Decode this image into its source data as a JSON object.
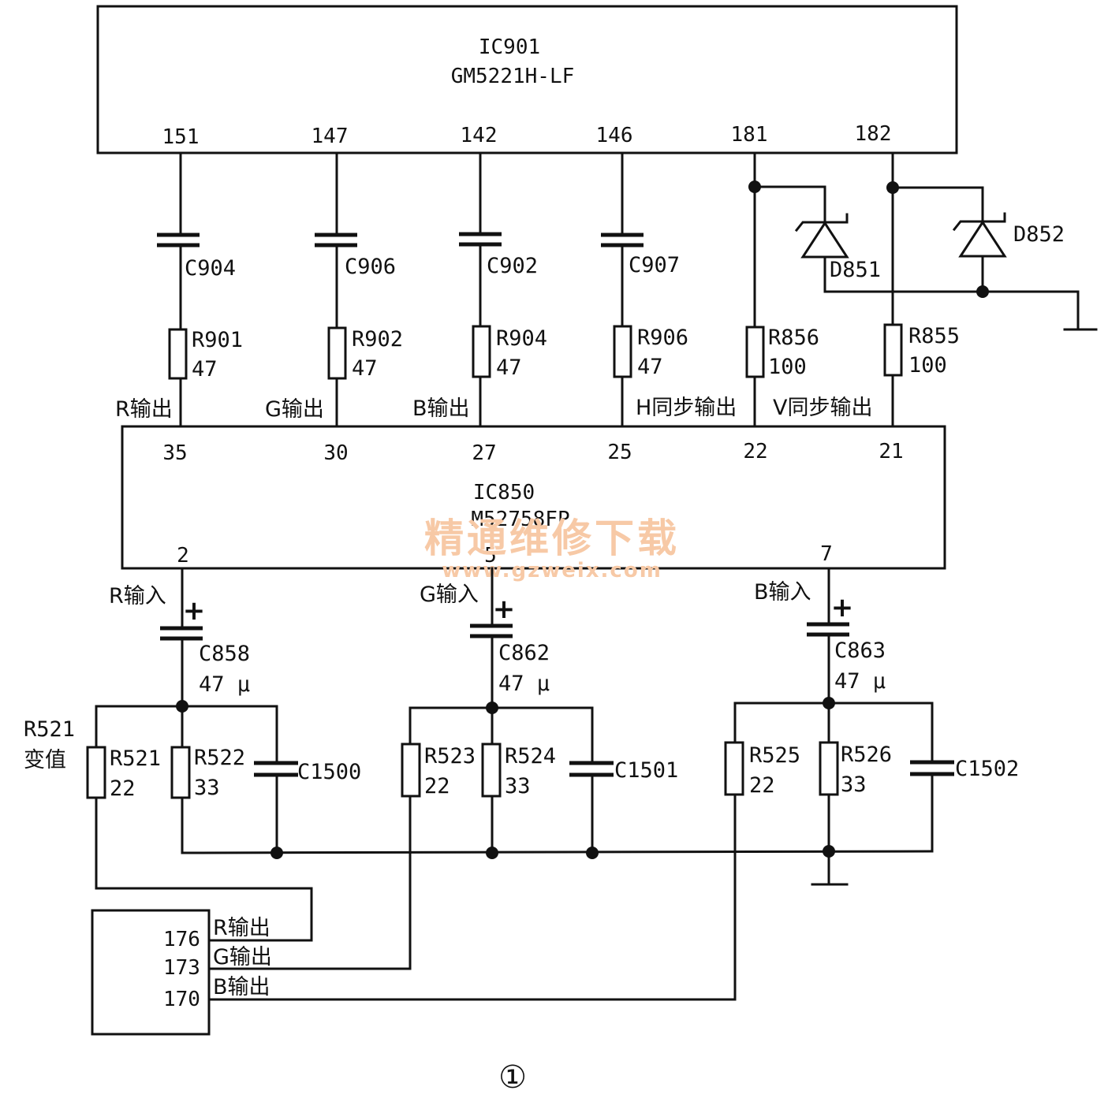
{
  "ic901": {
    "name": "IC901",
    "model": "GM5221H-LF",
    "pins": [
      "151",
      "147",
      "142",
      "146",
      "181",
      "182"
    ]
  },
  "ic850": {
    "name": "IC850",
    "model": "M52758FP",
    "pins_top": [
      "35",
      "30",
      "27",
      "25",
      "22",
      "21"
    ],
    "pins_bottom": [
      "2",
      "5",
      "7"
    ]
  },
  "top_branch": {
    "caps": [
      "C904",
      "C906",
      "C902",
      "C907"
    ],
    "resistors": [
      {
        "ref": "R901",
        "value": "47"
      },
      {
        "ref": "R902",
        "value": "47"
      },
      {
        "ref": "R904",
        "value": "47"
      },
      {
        "ref": "R906",
        "value": "47"
      },
      {
        "ref": "R856",
        "value": "100"
      },
      {
        "ref": "R855",
        "value": "100"
      }
    ],
    "diodes": [
      "D851",
      "D852"
    ],
    "signals": [
      "R输出",
      "G输出",
      "B输出",
      "H同步输出",
      "V同步输出"
    ]
  },
  "bottom_branch": {
    "inputs": [
      "R输入",
      "G输入",
      "B输入"
    ],
    "plus": "+",
    "coupling_caps": [
      {
        "ref": "C858",
        "value": "47 μ"
      },
      {
        "ref": "C862",
        "value": "47 μ"
      },
      {
        "ref": "C863",
        "value": "47 μ"
      }
    ],
    "resistors": [
      {
        "ref": "R521",
        "value": "22"
      },
      {
        "ref": "R522",
        "value": "33"
      },
      {
        "ref": "R523",
        "value": "22"
      },
      {
        "ref": "R524",
        "value": "33"
      },
      {
        "ref": "R525",
        "value": "22"
      },
      {
        "ref": "R526",
        "value": "33"
      }
    ],
    "filter_caps": [
      "C1500",
      "C1501",
      "C1502"
    ],
    "r521_note": [
      "R521",
      "变值"
    ]
  },
  "source_block": {
    "pins": [
      "176",
      "173",
      "170"
    ],
    "signals": [
      "R输出",
      "G输出",
      "B输出"
    ]
  },
  "watermark": {
    "line1": "精通维修下载",
    "line2": "www.gzweix.com"
  },
  "figure_number": "①"
}
